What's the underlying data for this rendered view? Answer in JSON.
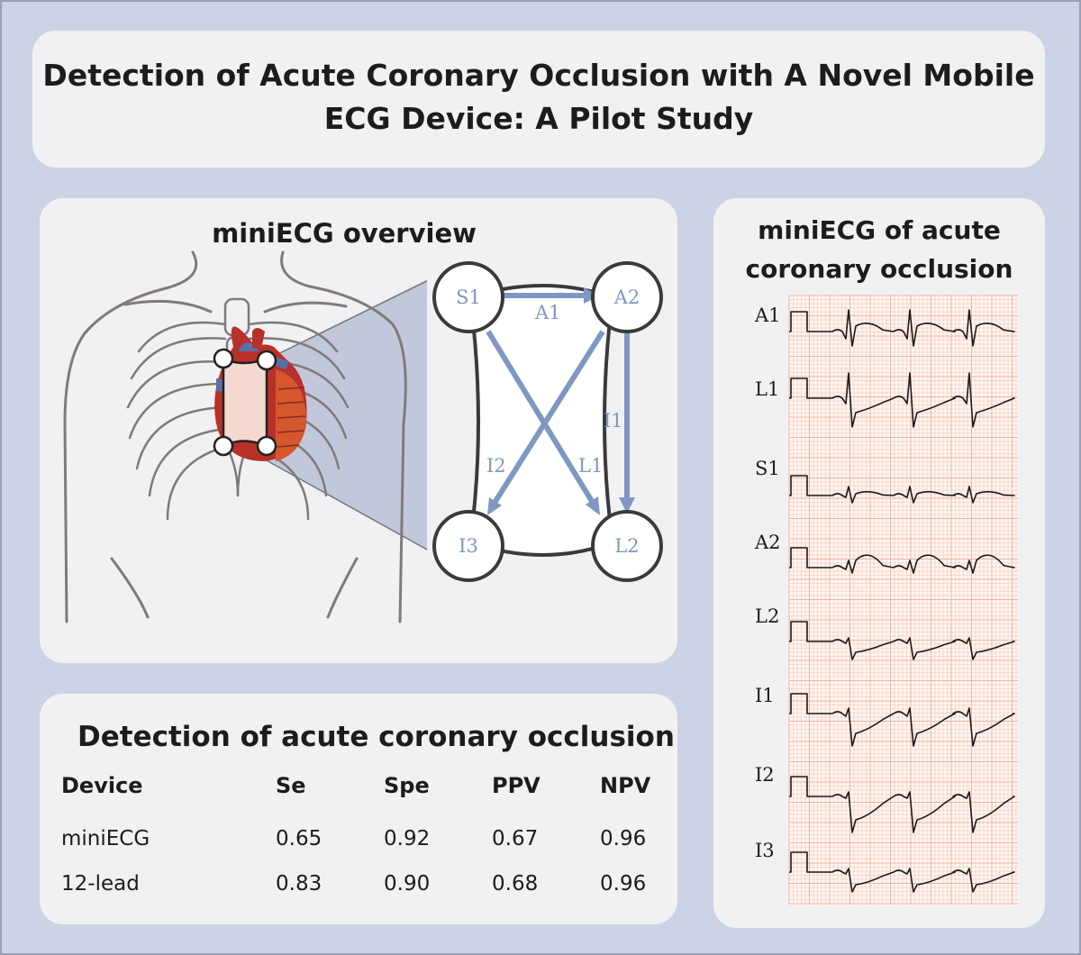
{
  "title_line1": "Detection of Acute Coronary Occlusion with A Novel Mobile",
  "title_line2": "ECG Device: A Pilot Study",
  "overview": {
    "heading": "miniECG overview",
    "electrodes": [
      "S1",
      "A2",
      "I3",
      "L2"
    ],
    "leads": [
      "A1",
      "I1",
      "I2",
      "L1"
    ]
  },
  "table": {
    "heading": "Detection of acute coronary occlusion",
    "columns": [
      "Device",
      "Se",
      "Spe",
      "PPV",
      "NPV"
    ],
    "rows": [
      {
        "device": "miniECG",
        "se": "0.65",
        "spe": "0.92",
        "ppv": "0.67",
        "npv": "0.96"
      },
      {
        "device": "12-lead",
        "se": "0.83",
        "spe": "0.90",
        "ppv": "0.68",
        "npv": "0.96"
      }
    ]
  },
  "ecg": {
    "heading_line1": "miniECG of acute",
    "heading_line2": "coronary occlusion",
    "leads": [
      "A1",
      "L1",
      "S1",
      "A2",
      "L2",
      "I1",
      "I2",
      "I3"
    ]
  },
  "colors": {
    "background": "#cdd3e6",
    "panel": "#f1f1f3",
    "arrow": "#7f97c2",
    "grid": "#f2b59e",
    "heart_red": "#b8302a",
    "heart_orange": "#d4572e",
    "vessel_blue": "#5a6fa6"
  }
}
